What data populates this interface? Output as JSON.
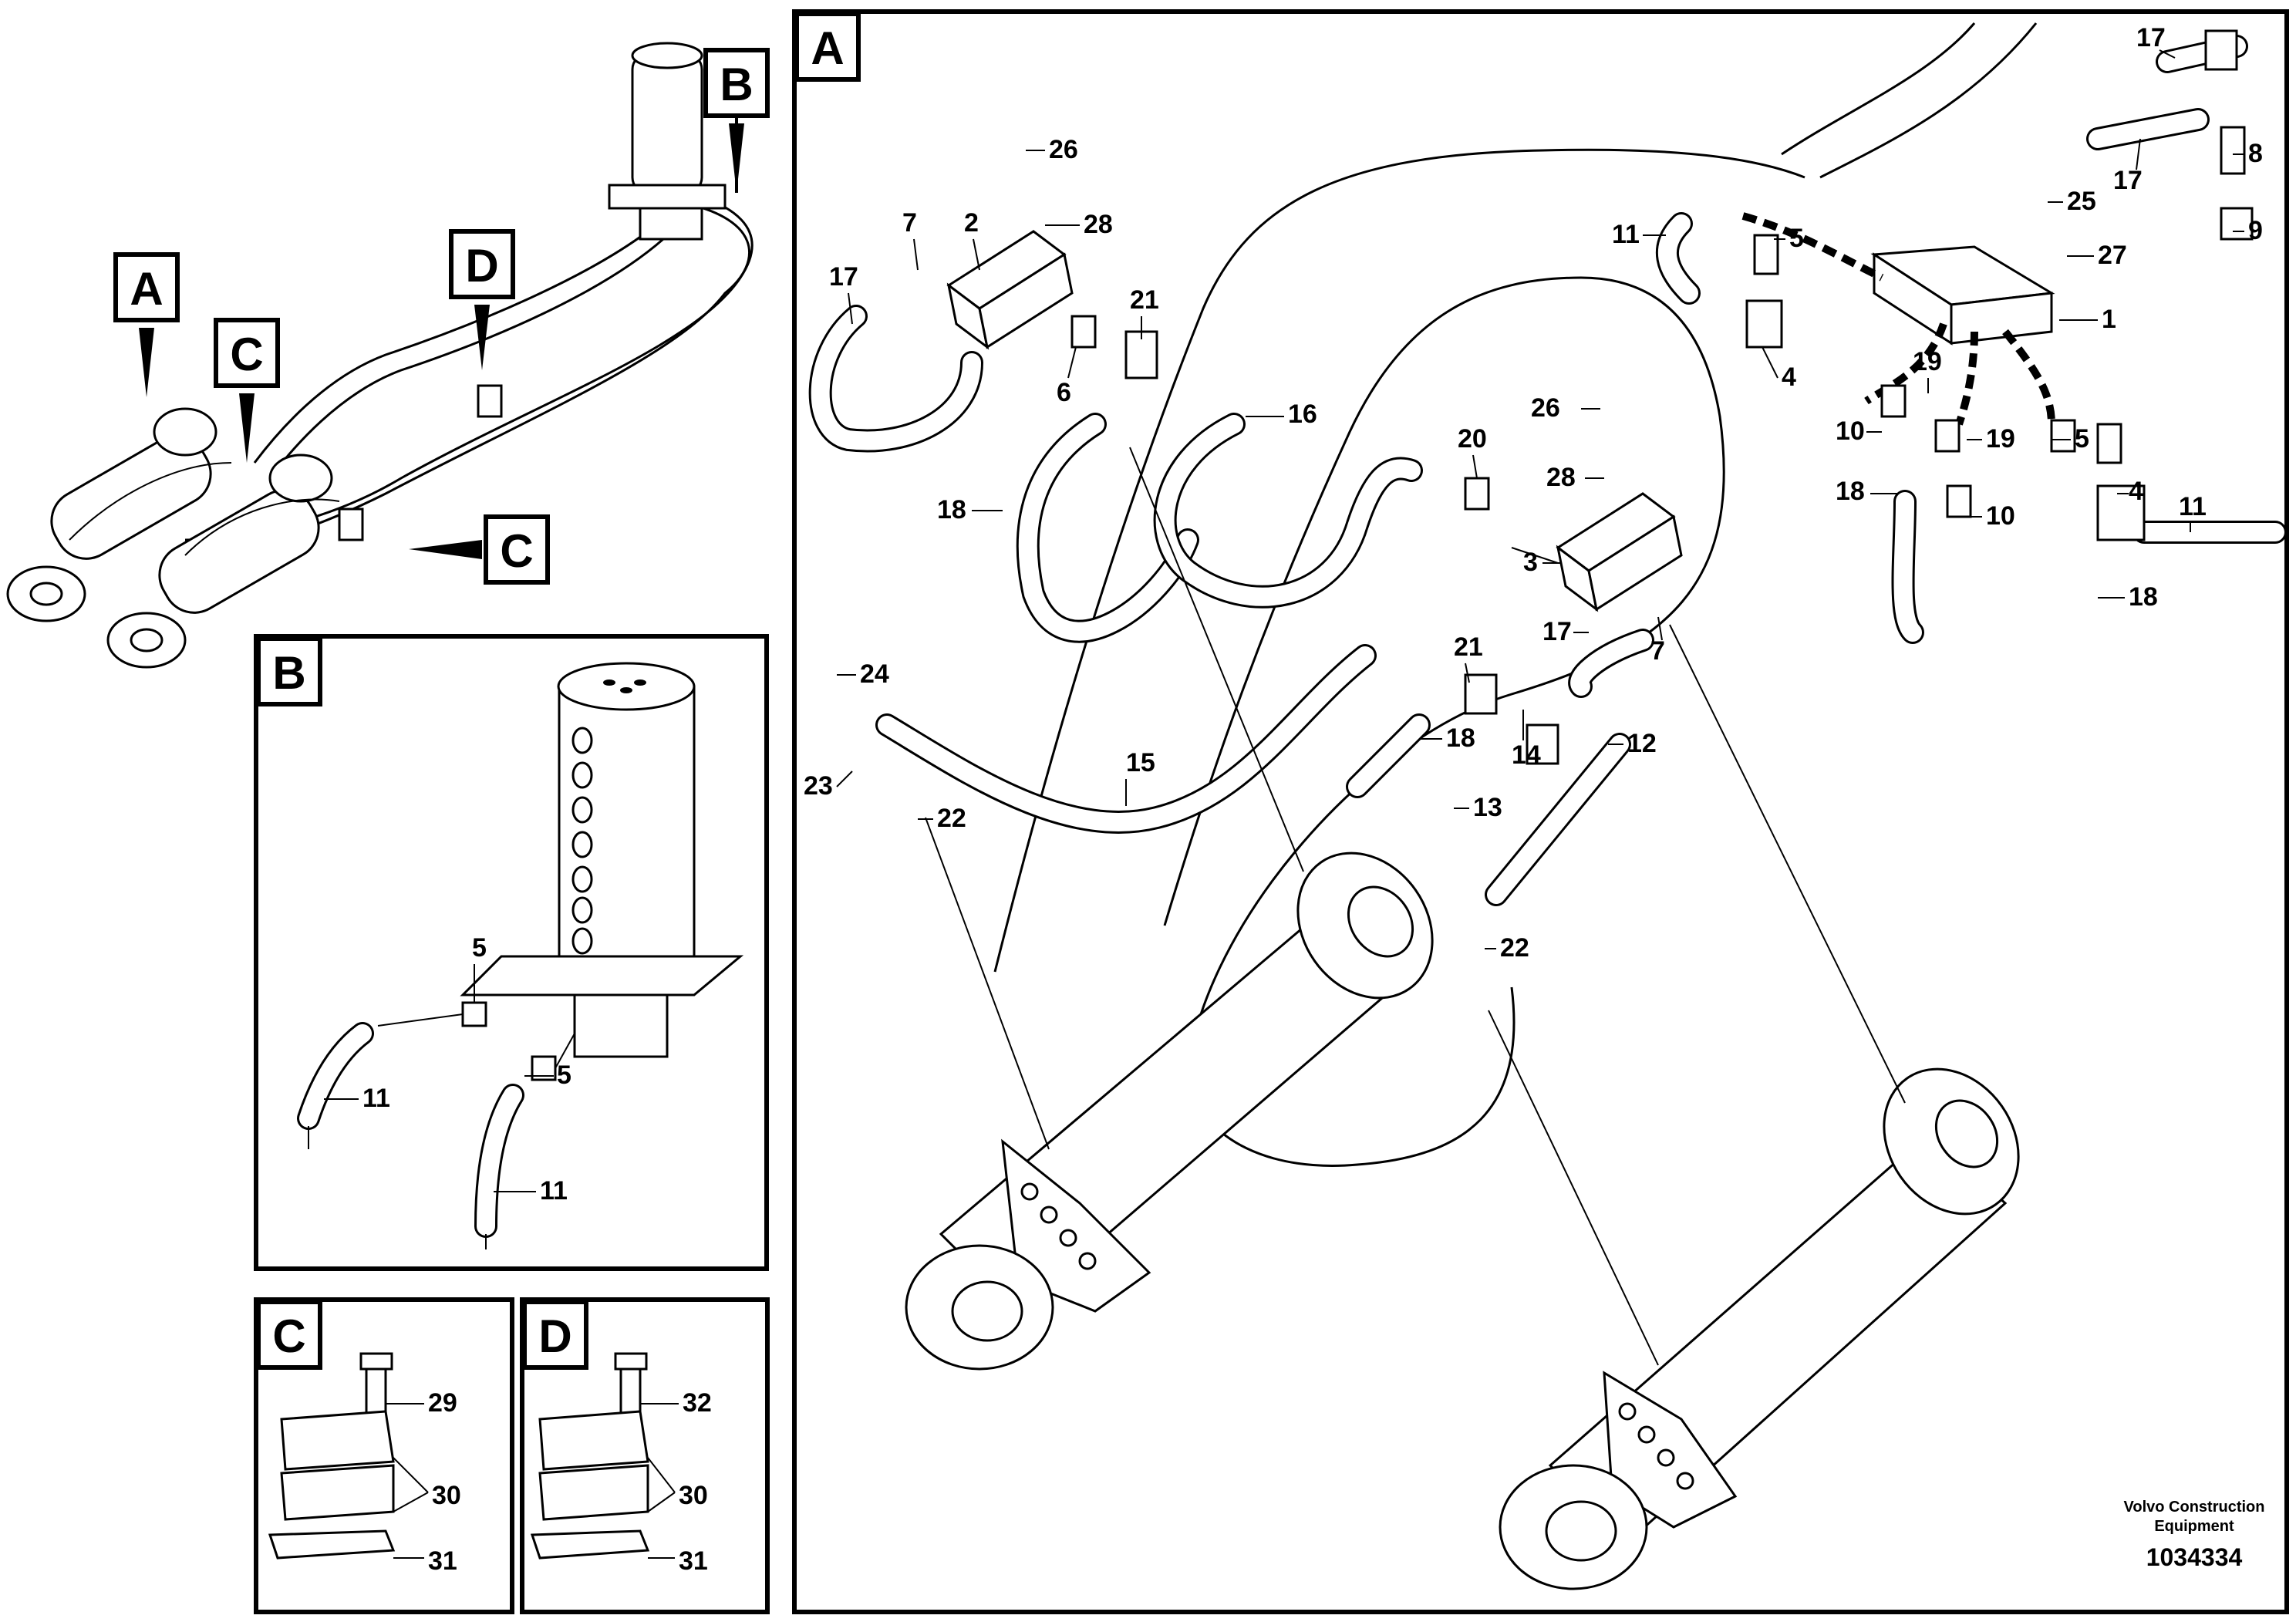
{
  "views": {
    "A": "A",
    "B": "B",
    "C": "C",
    "D": "D"
  },
  "callouts": [
    "1",
    "2",
    "3",
    "4",
    "5",
    "6",
    "7",
    "8",
    "9",
    "10",
    "11",
    "12",
    "13",
    "14",
    "15",
    "16",
    "17",
    "18",
    "19",
    "20",
    "21",
    "22",
    "23",
    "24",
    "25",
    "26",
    "27",
    "28",
    "29",
    "30",
    "31",
    "32"
  ],
  "footer": {
    "company_line1": "Volvo Construction",
    "company_line2": "Equipment",
    "drawing_number": "1034334"
  }
}
